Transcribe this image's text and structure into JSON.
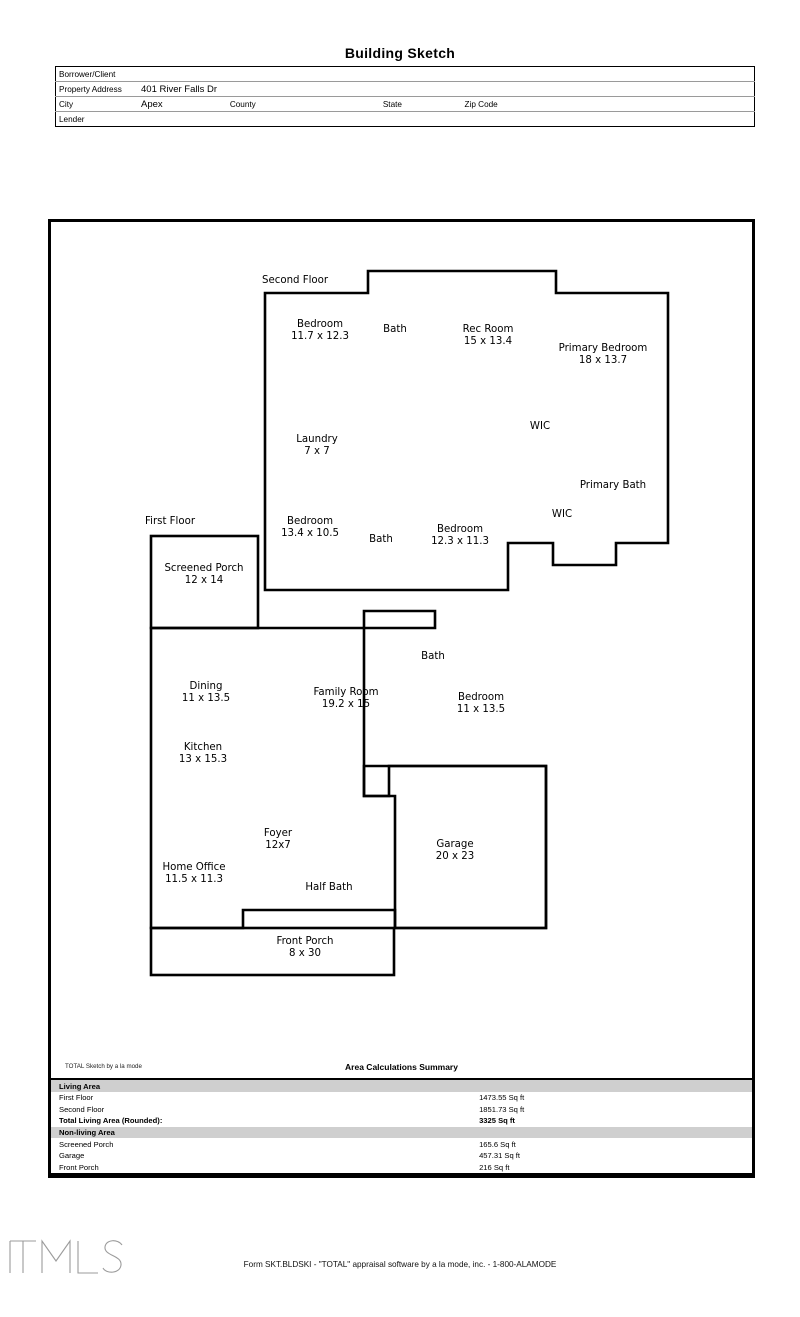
{
  "document": {
    "title": "Building Sketch",
    "form_line": "Form SKT.BLDSKI - \"TOTAL\" appraisal software by a la mode, inc. - 1-800-ALAMODE",
    "watermark": "TMLS"
  },
  "header": {
    "rows": [
      {
        "label": "Borrower/Client",
        "value": ""
      },
      {
        "label": "Property Address",
        "value": "401 River Falls Dr"
      }
    ],
    "city_row": {
      "city_label": "City",
      "city_value": "Apex",
      "county_label": "County",
      "county_value": "",
      "state_label": "State",
      "state_value": "",
      "zip_label": "Zip Code",
      "zip_value": ""
    },
    "lender_row": {
      "label": "Lender",
      "value": ""
    }
  },
  "sketch": {
    "second_floor_label": "Second Floor",
    "first_floor_label": "First Floor",
    "rooms": [
      {
        "name": "Bedroom",
        "dims": "11.7 x 12.3"
      },
      {
        "name": "Bath",
        "dims": ""
      },
      {
        "name": "Rec Room",
        "dims": "15 x 13.4"
      },
      {
        "name": "Primary Bedroom",
        "dims": "18 x 13.7"
      },
      {
        "name": "WIC",
        "dims": ""
      },
      {
        "name": "Laundry",
        "dims": "7 x 7"
      },
      {
        "name": "Primary Bath",
        "dims": ""
      },
      {
        "name": "WIC",
        "dims": ""
      },
      {
        "name": "Bedroom",
        "dims": "13.4 x 10.5"
      },
      {
        "name": "Bath",
        "dims": ""
      },
      {
        "name": "Bedroom",
        "dims": "12.3 x 11.3"
      },
      {
        "name": "Screened Porch",
        "dims": "12 x 14"
      },
      {
        "name": "Bath",
        "dims": ""
      },
      {
        "name": "Dining",
        "dims": "11 x 13.5"
      },
      {
        "name": "Family Room",
        "dims": "19.2 x 15"
      },
      {
        "name": "Bedroom",
        "dims": "11 x 13.5"
      },
      {
        "name": "Kitchen",
        "dims": "13 x 15.3"
      },
      {
        "name": "Foyer",
        "dims": "12x7"
      },
      {
        "name": "Garage",
        "dims": "20 x 23"
      },
      {
        "name": "Home Office",
        "dims": "11.5 x 11.3"
      },
      {
        "name": "Half Bath",
        "dims": ""
      },
      {
        "name": "Front Porch",
        "dims": "8 x 30"
      }
    ],
    "labels": {
      "bedroom_1_name": "Bedroom",
      "bedroom_1_dims": "11.7 x 12.3",
      "bath_1": "Bath",
      "rec_room_name": "Rec Room",
      "rec_room_dims": "15 x 13.4",
      "primary_bedroom_name": "Primary Bedroom",
      "primary_bedroom_dims": "18 x 13.7",
      "wic_1": "WIC",
      "laundry_name": "Laundry",
      "laundry_dims": "7 x 7",
      "primary_bath": "Primary Bath",
      "wic_2": "WIC",
      "bedroom_2_name": "Bedroom",
      "bedroom_2_dims": "13.4 x 10.5",
      "bath_2": "Bath",
      "bedroom_3_name": "Bedroom",
      "bedroom_3_dims": "12.3 x 11.3",
      "screened_porch_name": "Screened Porch",
      "screened_porch_dims": "12 x 14",
      "bath_3": "Bath",
      "dining_name": "Dining",
      "dining_dims": "11 x 13.5",
      "family_room_name": "Family Room",
      "family_room_dims": "19.2 x 15",
      "bedroom_4_name": "Bedroom",
      "bedroom_4_dims": "11 x 13.5",
      "kitchen_name": "Kitchen",
      "kitchen_dims": "13 x 15.3",
      "foyer_name": "Foyer",
      "foyer_dims": "12x7",
      "garage_name": "Garage",
      "garage_dims": "20 x 23",
      "home_office_name": "Home Office",
      "home_office_dims": "11.5 x 11.3",
      "half_bath": "Half Bath",
      "front_porch_name": "Front Porch",
      "front_porch_dims": "8 x 30"
    }
  },
  "area_summary": {
    "credit": "TOTAL Sketch by a la mode",
    "title": "Area Calculations Summary",
    "living_section": "Living Area",
    "rows_living": [
      {
        "name": "First Floor",
        "value": "1473.55 Sq ft"
      },
      {
        "name": "Second Floor",
        "value": "1851.73 Sq ft"
      }
    ],
    "total_row": {
      "name": "Total Living Area (Rounded):",
      "value": "3325 Sq ft"
    },
    "nonliving_section": "Non-living Area",
    "rows_nonliving": [
      {
        "name": "Screened Porch",
        "value": "165.6 Sq ft"
      },
      {
        "name": "Garage",
        "value": "457.31 Sq ft"
      },
      {
        "name": "Front Porch",
        "value": "216 Sq ft"
      }
    ]
  }
}
